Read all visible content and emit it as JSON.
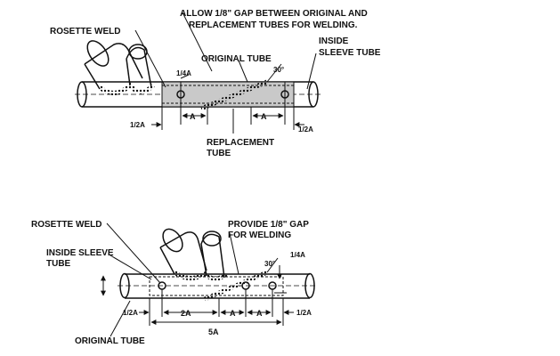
{
  "top_figure": {
    "labels": {
      "rosette_weld": "ROSETTE WELD",
      "gap_note_line1": "ALLOW 1/8\" GAP BETWEEN ORIGINAL AND",
      "gap_note_line2": "REPLACEMENT TUBES FOR WELDING.",
      "original_tube": "ORIGINAL TUBE",
      "inside_sleeve_line1": "INSIDE",
      "inside_sleeve_line2": "SLEEVE TUBE",
      "replacement_line1": "REPLACEMENT",
      "replacement_line2": "TUBE"
    },
    "dims": {
      "quarter_a": "1/4A",
      "angle": "30°",
      "a_left": "A",
      "a_right": "A",
      "half_a_left": "1/2A",
      "half_a_right": "1/2A"
    }
  },
  "bottom_figure": {
    "labels": {
      "rosette_weld": "ROSETTE WELD",
      "gap_note_line1": "PROVIDE 1/8\" GAP",
      "gap_note_line2": "FOR WELDING",
      "inside_sleeve_line1": "INSIDE SLEEVE",
      "inside_sleeve_line2": "TUBE",
      "original_tube": "ORIGINAL TUBE"
    },
    "dims": {
      "quarter_a": "1/4A",
      "angle": "30°",
      "two_a": "2A",
      "a_left": "A",
      "a_right": "A",
      "half_a_left": "1/2A",
      "half_a_right": "1/2A",
      "five_a": "5A"
    }
  }
}
